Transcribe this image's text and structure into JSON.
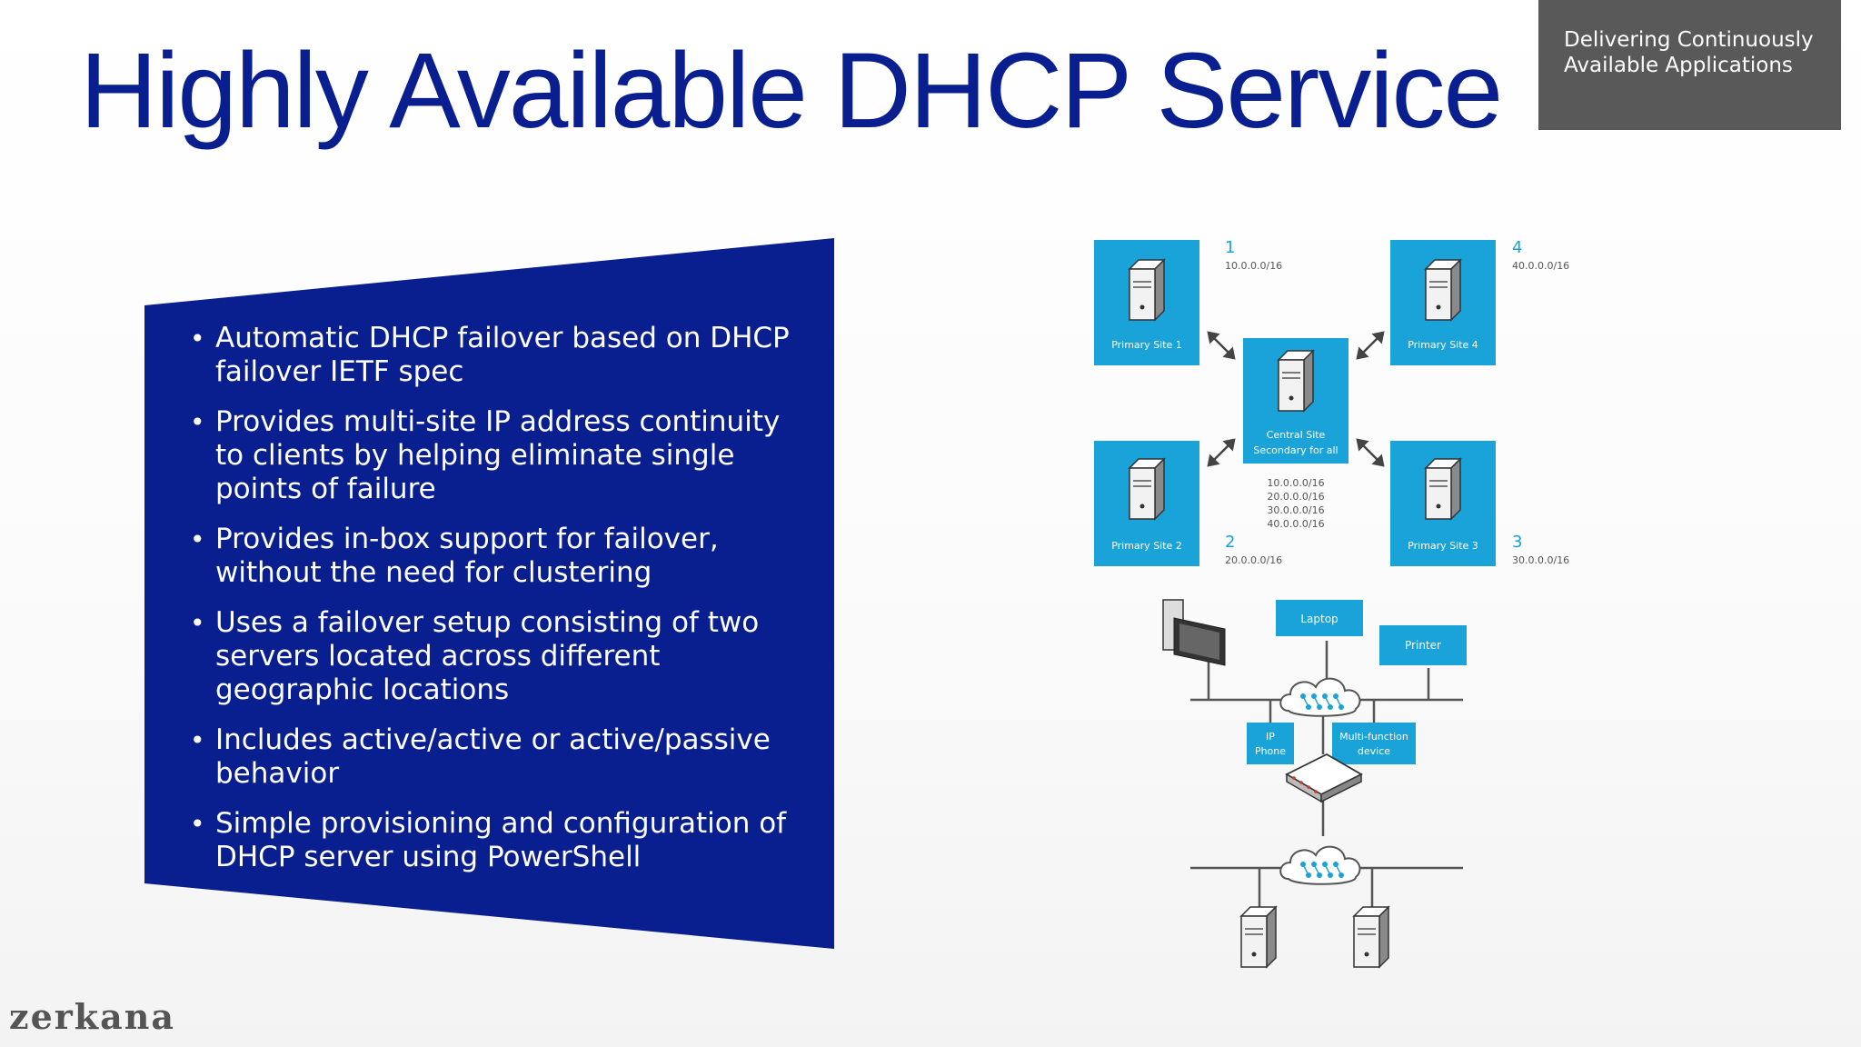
{
  "slide": {
    "title": "Highly Available DHCP Service",
    "tag_lines": [
      "Delivering Continuously",
      "Available Applications"
    ],
    "colors": {
      "title": "#0a1f8f",
      "panel": "#0a1f8f",
      "tag_bg": "#595959",
      "diagram_blue": "#1aa3d9"
    }
  },
  "bullets": [
    "Automatic DHCP failover based on DHCP failover IETF spec",
    "Provides multi-site IP address continuity to clients by helping eliminate single points of failure",
    "Provides in-box support for failover, without the need for clustering",
    "Uses a failover setup consisting of two servers located across different geographic locations",
    "Includes active/active or active/passive behavior",
    "Simple provisioning and configuration of DHCP server using PowerShell"
  ],
  "diagram": {
    "sites": [
      {
        "label": "Primary Site 1",
        "number": "1",
        "subnet": "10.0.0.0/16"
      },
      {
        "label": "Primary Site 4",
        "number": "4",
        "subnet": "40.0.0.0/16"
      },
      {
        "label": "Primary Site 2",
        "number": "2",
        "subnet": "20.0.0.0/16"
      },
      {
        "label": "Primary Site 3",
        "number": "3",
        "subnet": "30.0.0.0/16"
      }
    ],
    "central": {
      "label_line1": "Central Site",
      "label_line2": "Secondary for all",
      "subnets": [
        "10.0.0.0/16",
        "20.0.0.0/16",
        "30.0.0.0/16",
        "40.0.0.0/16"
      ]
    },
    "devices": {
      "laptop": "Laptop",
      "printer": "Printer",
      "ip_phone_1": "IP",
      "ip_phone_2": "Phone",
      "mfd_1": "Multi-function",
      "mfd_2": "device"
    }
  },
  "logo": {
    "text": "zerkana"
  }
}
